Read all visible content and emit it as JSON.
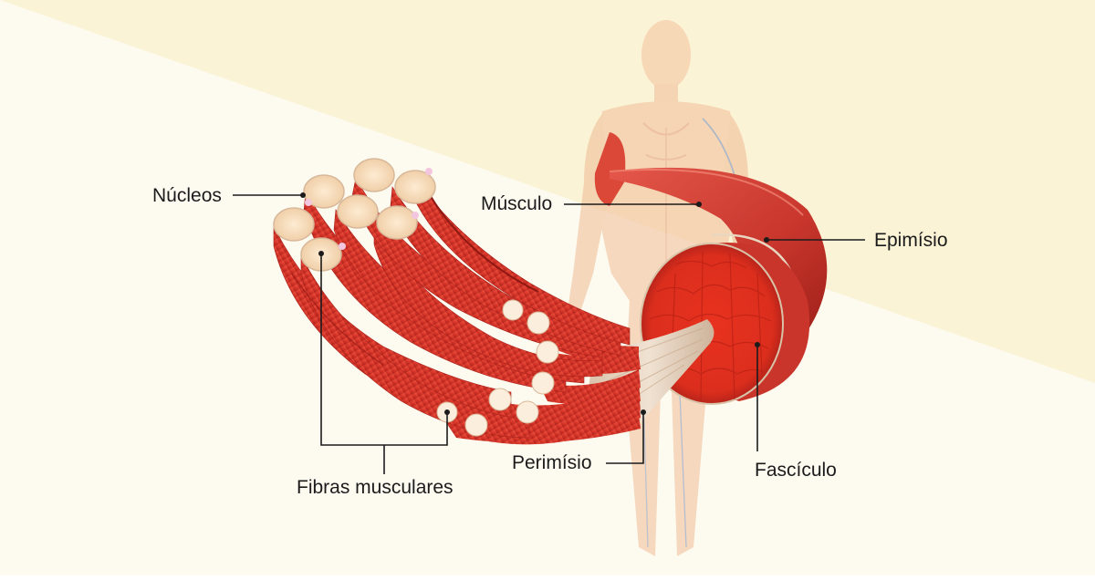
{
  "labels": {
    "nucleos": "Núcleos",
    "musculo": "Músculo",
    "epimisio": "Epimísio",
    "fibras": "Fibras musculares",
    "perimisio": "Perimísio",
    "fasciculo": "Fascículo"
  },
  "colors": {
    "background_light": "#fdfbf0",
    "background_dark": "#fbf4d9",
    "muscle_red": "#dd3b2c",
    "muscle_dark": "#b3231a",
    "fiber_core": "#f8dcc0",
    "tendon": "#e8d5c4",
    "body_silhouette": "#f5c9a8",
    "leader_line": "#1b1b1b"
  },
  "icons": {
    "figure": "human-body-silhouette",
    "illustration": "skeletal-muscle-structure"
  }
}
